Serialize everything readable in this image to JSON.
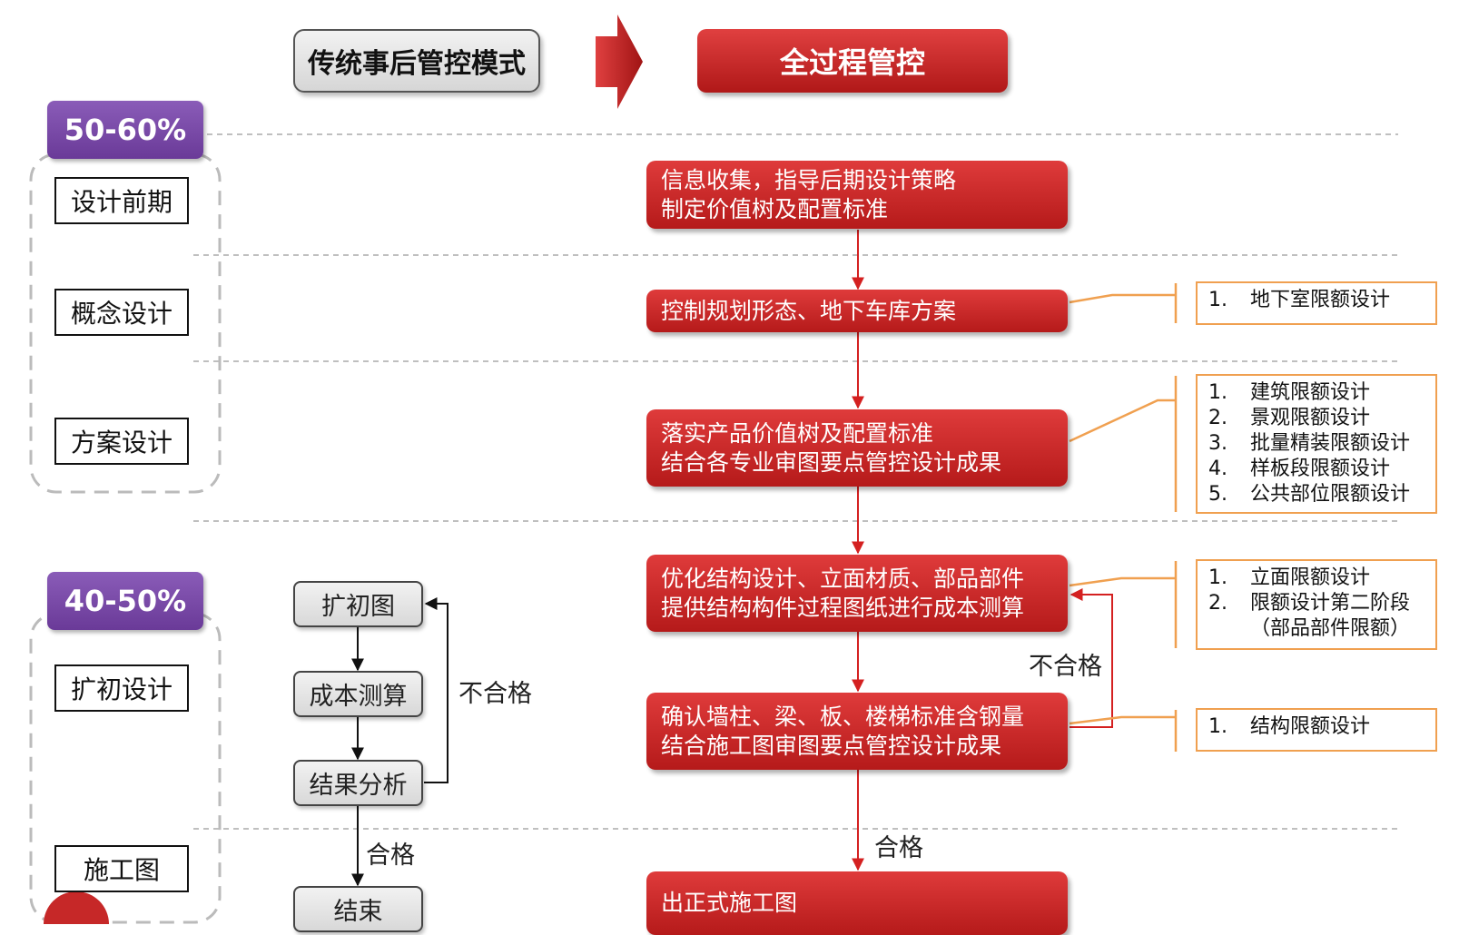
{
  "header": {
    "traditional_label": "传统事后管控模式",
    "full_process_label": "全过程管控"
  },
  "percent_badges": [
    "50-60%",
    "40-50%"
  ],
  "stages": [
    "设计前期",
    "概念设计",
    "方案设计",
    "扩初设计",
    "施工图"
  ],
  "traditional_flow": {
    "steps": [
      "扩初图",
      "成本测算",
      "结果分析",
      "结束"
    ],
    "fail_label": "不合格",
    "pass_label": "合格"
  },
  "main_flow": {
    "steps": [
      {
        "lines": [
          "信息收集，指导后期设计策略",
          "制定价值树及配置标准"
        ]
      },
      {
        "lines": [
          "控制规划形态、地下车库方案"
        ]
      },
      {
        "lines": [
          "落实产品价值树及配置标准",
          "结合各专业审图要点管控设计成果"
        ]
      },
      {
        "lines": [
          "优化结构设计、立面材质、部品部件",
          "提供结构构件过程图纸进行成本测算"
        ]
      },
      {
        "lines": [
          "确认墙柱、梁、板、楼梯标准含钢量",
          "结合施工图审图要点管控设计成果"
        ]
      },
      {
        "lines": [
          "出正式施工图"
        ]
      }
    ],
    "fail_label": "不合格",
    "pass_label": "合格"
  },
  "limit_lists": [
    {
      "items": [
        {
          "num": "1.",
          "text": "地下室限额设计"
        }
      ]
    },
    {
      "items": [
        {
          "num": "1.",
          "text": "建筑限额设计"
        },
        {
          "num": "2.",
          "text": "景观限额设计"
        },
        {
          "num": "3.",
          "text": "批量精装限额设计"
        },
        {
          "num": "4.",
          "text": "样板段限额设计"
        },
        {
          "num": "5.",
          "text": "公共部位限额设计"
        }
      ]
    },
    {
      "items": [
        {
          "num": "1.",
          "text": "立面限额设计"
        },
        {
          "num": "2.",
          "text": "限额设计第二阶段"
        },
        {
          "num": "",
          "text": "（部品部件限额）"
        }
      ]
    },
    {
      "items": [
        {
          "num": "1.",
          "text": "结构限额设计"
        }
      ]
    }
  ],
  "colors": {
    "main_red": "#c62828",
    "badge_purple": "#7b4aa8",
    "list_border_orange": "#f0a050",
    "gray_box": "#e0e0e0"
  }
}
